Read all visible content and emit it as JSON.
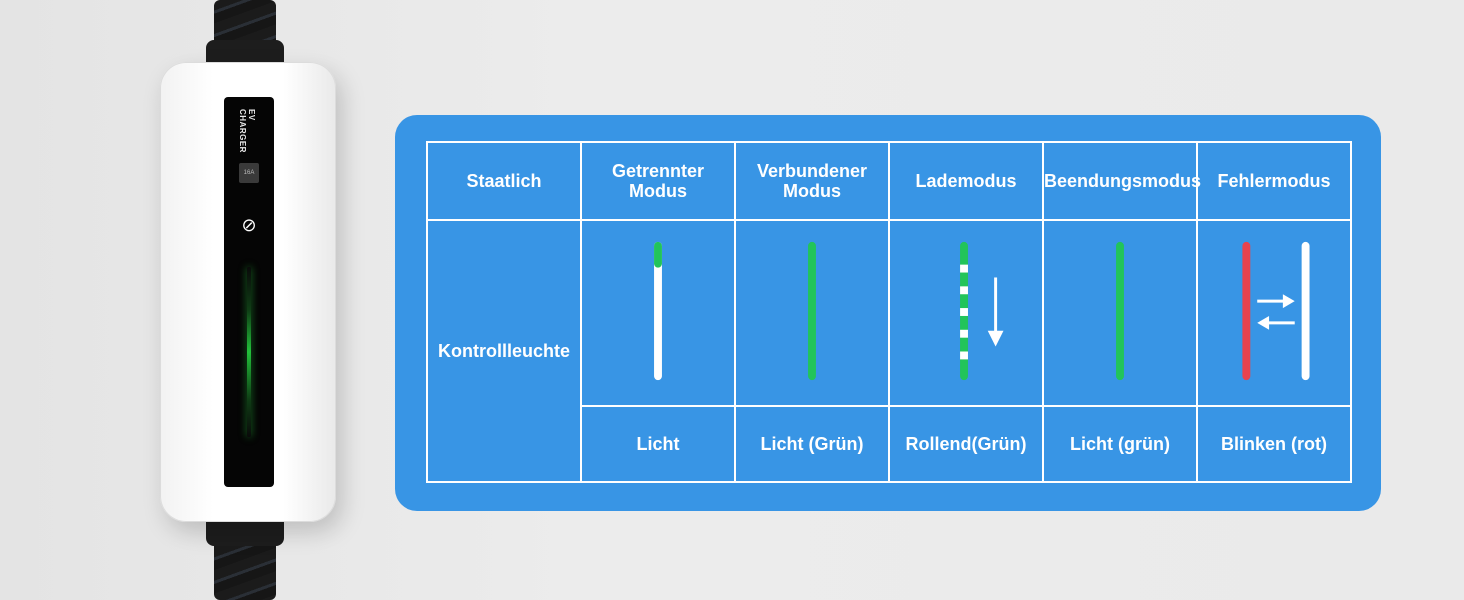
{
  "charger": {
    "brand": "EV CHARGER",
    "badge": "16A",
    "logo_icon": "power-logo-icon",
    "status_light_color": "#22c13a"
  },
  "table": {
    "header": [
      "Staatlich",
      "Getrennter Modus",
      "Verbundener Modus",
      "Lademodus",
      "Beendungsmodus",
      "Fehlermodus"
    ],
    "row_label": "Kontrollleuchte",
    "indicators": [
      {
        "icon": "white-bar-green-tip-icon"
      },
      {
        "icon": "green-bar-icon"
      },
      {
        "icon": "green-dashed-bar-down-arrow-icon"
      },
      {
        "icon": "green-bar-icon"
      },
      {
        "icon": "red-white-bars-swap-arrows-icon"
      }
    ],
    "descriptions": [
      "Licht",
      "Licht (Grün)",
      "Rollend(Grün)",
      "Licht (grün)",
      "Blinken (rot)"
    ]
  },
  "colors": {
    "card": "#3895e5",
    "green": "#22c45a",
    "red": "#e8434f",
    "white": "#ffffff"
  }
}
